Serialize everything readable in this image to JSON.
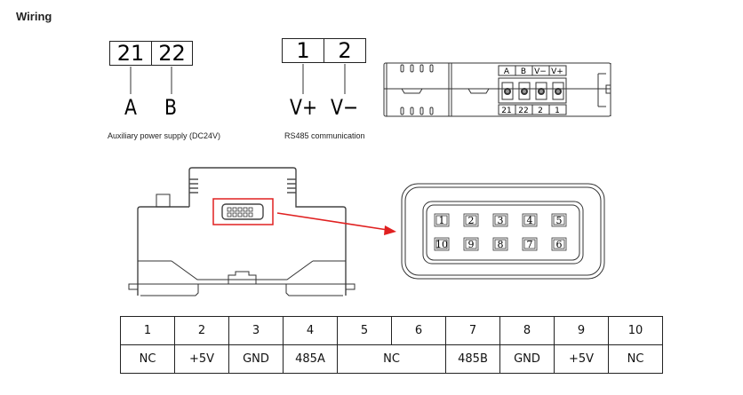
{
  "heading": "Wiring",
  "aux_power": {
    "terminals": [
      "21",
      "22"
    ],
    "signals": [
      "A",
      "B"
    ],
    "caption": "Auxiliary power supply (DC24V)"
  },
  "rs485": {
    "terminals": [
      "1",
      "2"
    ],
    "signals": [
      "V+",
      "V−"
    ],
    "caption": "RS485 communication"
  },
  "terminal_block": {
    "top_labels": [
      "A",
      "B",
      "V−",
      "V+"
    ],
    "bottom_labels": [
      "21",
      "22",
      "2",
      "1"
    ]
  },
  "connector": {
    "highlight_color": "#e02020",
    "top_row": [
      "1",
      "2",
      "3",
      "4",
      "5"
    ],
    "bottom_row": [
      "10",
      "9",
      "8",
      "7",
      "6"
    ]
  },
  "pin_table": {
    "pins": [
      "1",
      "2",
      "3",
      "4",
      "5",
      "6",
      "7",
      "8",
      "9",
      "10"
    ],
    "functions": [
      {
        "label": "NC",
        "span": 1
      },
      {
        "label": "+5V",
        "span": 1
      },
      {
        "label": "GND",
        "span": 1
      },
      {
        "label": "485A",
        "span": 1
      },
      {
        "label": "NC",
        "span": 2
      },
      {
        "label": "485B",
        "span": 1
      },
      {
        "label": "GND",
        "span": 1
      },
      {
        "label": "+5V",
        "span": 1
      },
      {
        "label": "NC",
        "span": 1
      }
    ]
  }
}
